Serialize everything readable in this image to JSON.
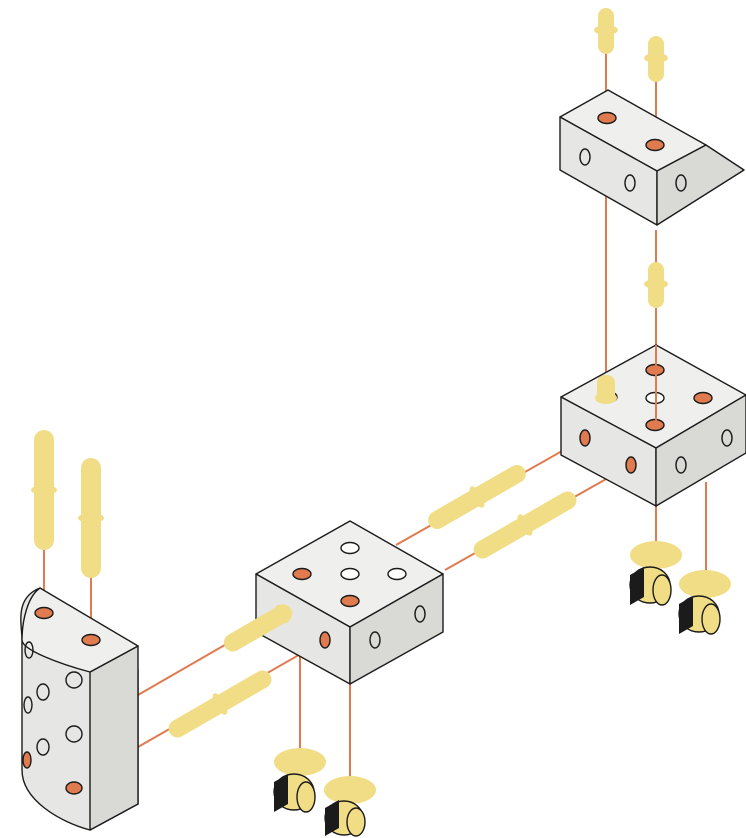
{
  "diagram": {
    "description_visible_text": "",
    "colors": {
      "background": "#ffffff",
      "block_face_light": "#efefed",
      "block_face_mid": "#e6e6e4",
      "block_face_dark": "#d9d9d6",
      "outline": "#1b1b1b",
      "rod": "#e07a4f",
      "hole_filled": "#e07a4f",
      "connector": "#f1dd86",
      "wheel_dark": "#1b1b1b"
    },
    "parts": [
      {
        "name": "half-cylinder-block",
        "kind": "block"
      },
      {
        "name": "center-cube-block",
        "kind": "block"
      },
      {
        "name": "right-cube-block",
        "kind": "block"
      },
      {
        "name": "top-wedge-block",
        "kind": "block"
      }
    ],
    "icons": [
      "peg-connector-icon",
      "caster-wheel-icon",
      "rod-icon",
      "hole-icon"
    ]
  }
}
